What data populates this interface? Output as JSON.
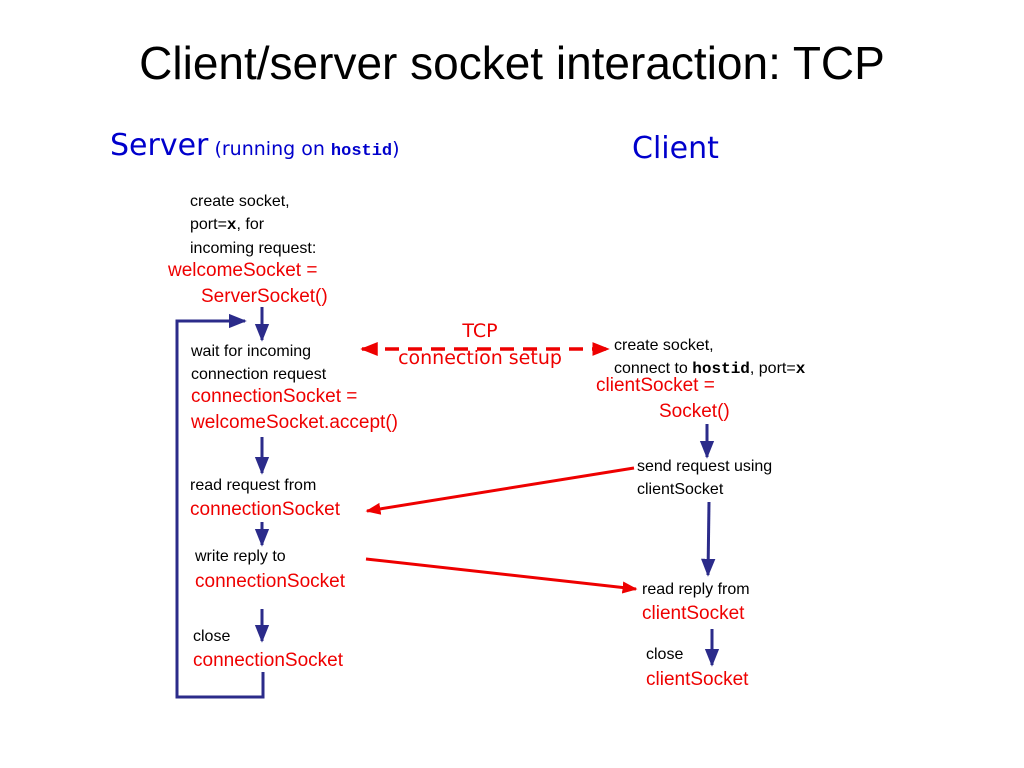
{
  "title": "Client/server socket interaction: TCP",
  "headers": {
    "server": "Server",
    "server_note_prefix": "(running on ",
    "server_note_host": "hostid",
    "server_note_suffix": ")",
    "client": "Client"
  },
  "server": {
    "create": {
      "line1": "create socket,",
      "line2_prefix": "port=",
      "line2_var": "x",
      "line2_suffix": ", for",
      "line3": "incoming request:",
      "code1": "welcomeSocket =",
      "code2": "ServerSocket()"
    },
    "wait": {
      "line1": "wait for incoming",
      "line2": "connection request",
      "code1": "connectionSocket =",
      "code2": "welcomeSocket.accept()"
    },
    "read": {
      "line1": "read request from",
      "code1": "connectionSocket"
    },
    "write": {
      "line1": "write reply to",
      "code1": "connectionSocket"
    },
    "close": {
      "line1": "close",
      "code1": "connectionSocket"
    }
  },
  "client": {
    "create": {
      "line1": "create socket,",
      "line2_prefix": "connect to ",
      "line2_host": "hostid",
      "line2_mid": ", port=",
      "line2_var": "x",
      "code1": "clientSocket =",
      "code2": "Socket()"
    },
    "send": {
      "line1": "send request using",
      "line2": "clientSocket"
    },
    "read": {
      "line1": "read reply from",
      "code1": "clientSocket"
    },
    "close": {
      "line1": "close",
      "code1": "clientSocket"
    }
  },
  "tcp_setup": {
    "line1": "TCP",
    "line2": "connection setup"
  },
  "colors": {
    "flow_arrow": "#2b2b8a",
    "message_arrow": "#ee0000",
    "header_text": "#0000cc",
    "code_text": "#ee0000"
  }
}
